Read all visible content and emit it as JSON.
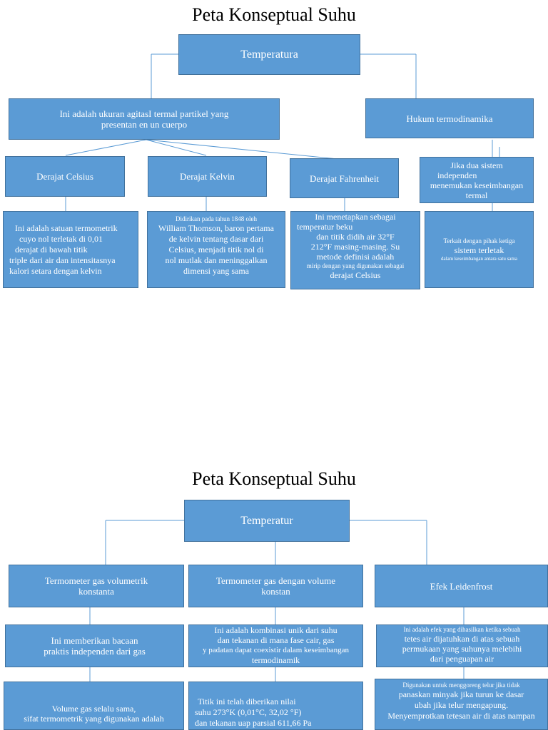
{
  "map1": {
    "title": "Peta Konseptual Suhu",
    "root": "Temperatura",
    "definition": [
      "Ini  adalah  ukuran  agitasI  termal  partikel  yang",
      "presentan en un cuerpo"
    ],
    "law": "Hukum termodinamika",
    "law_detail": [
      "Jika dua sistem",
      "independen",
      "menemukan keseimbangan",
      "termal"
    ],
    "law_detail2": [
      "Terkait dengan pihak ketiga",
      "sistem terletak",
      "dalam keseimbangan antara satu sama"
    ],
    "celsius": "Derajat Celsius",
    "kelvin": "Derajat Kelvin",
    "fahrenheit": "Derajat Fahrenheit",
    "celsius_detail": [
      "Ini adalah satuan termometrik",
      "cuyo  nol  terletak  di  0,01",
      "derajat di bawah titik",
      "triple dari air dan intensitasnya",
      "kalori setara dengan kelvin"
    ],
    "kelvin_detail": [
      "Didirikan pada tahun 1848 oleh",
      "William Thomson, baron pertama",
      "de kelvin tentang dasar dari",
      "Celsius, menjadi titik nol di",
      "nol mutlak dan meninggalkan",
      "dimensi yang sama"
    ],
    "fahrenheit_detail": [
      "Ini menetapkan sebagai",
      "temperatur beku",
      "dan titik didih air 32°F",
      "212°F masing-masing. Su",
      "metode definisi adalah",
      "mirip dengan yang digunakan sebagai",
      "derajat Celsius"
    ]
  },
  "map2": {
    "title": "Peta Konseptual Suhu",
    "root": "Temperatur",
    "gas_vol": [
      "Termometer gas volumetrik",
      "konstanta"
    ],
    "gas_const": [
      "Termometer gas dengan volume",
      "konstan"
    ],
    "leidenfrost": "Efek Leidenfrost",
    "gas_vol_detail": [
      "Ini memberikan bacaan",
      "praktis independen dari gas"
    ],
    "gas_const_detail": [
      "Ini adalah kombinasi unik dari suhu",
      "dan tekanan di mana fase cair, gas",
      "y padatan dapat coexistir dalam keseimbangan",
      "termodinamik"
    ],
    "leidenfrost_detail": [
      "Ini adalah efek yang dihasilkan ketika sebuah",
      "tetes air dijatuhkan di atas sebuah",
      "permukaan yang suhunya melebihi",
      "dari penguapan air"
    ],
    "gas_vol_detail2": [
      "Volume gas selalu sama,",
      "sifat termometrik yang digunakan adalah"
    ],
    "gas_const_detail2": [
      "Titik ini telah diberikan nilai",
      "suhu 273°K (0,01°C, 32,02 °F)",
      "dan tekanan uap parsial 611,66 Pa"
    ],
    "leidenfrost_detail2": [
      "Digunakan untuk menggoreng telur jika tidak",
      "panaskan minyak jika turun ke dasar",
      "ubah jika telur mengapung.",
      "Menyemprotkan tetesan air di atas nampan"
    ]
  }
}
